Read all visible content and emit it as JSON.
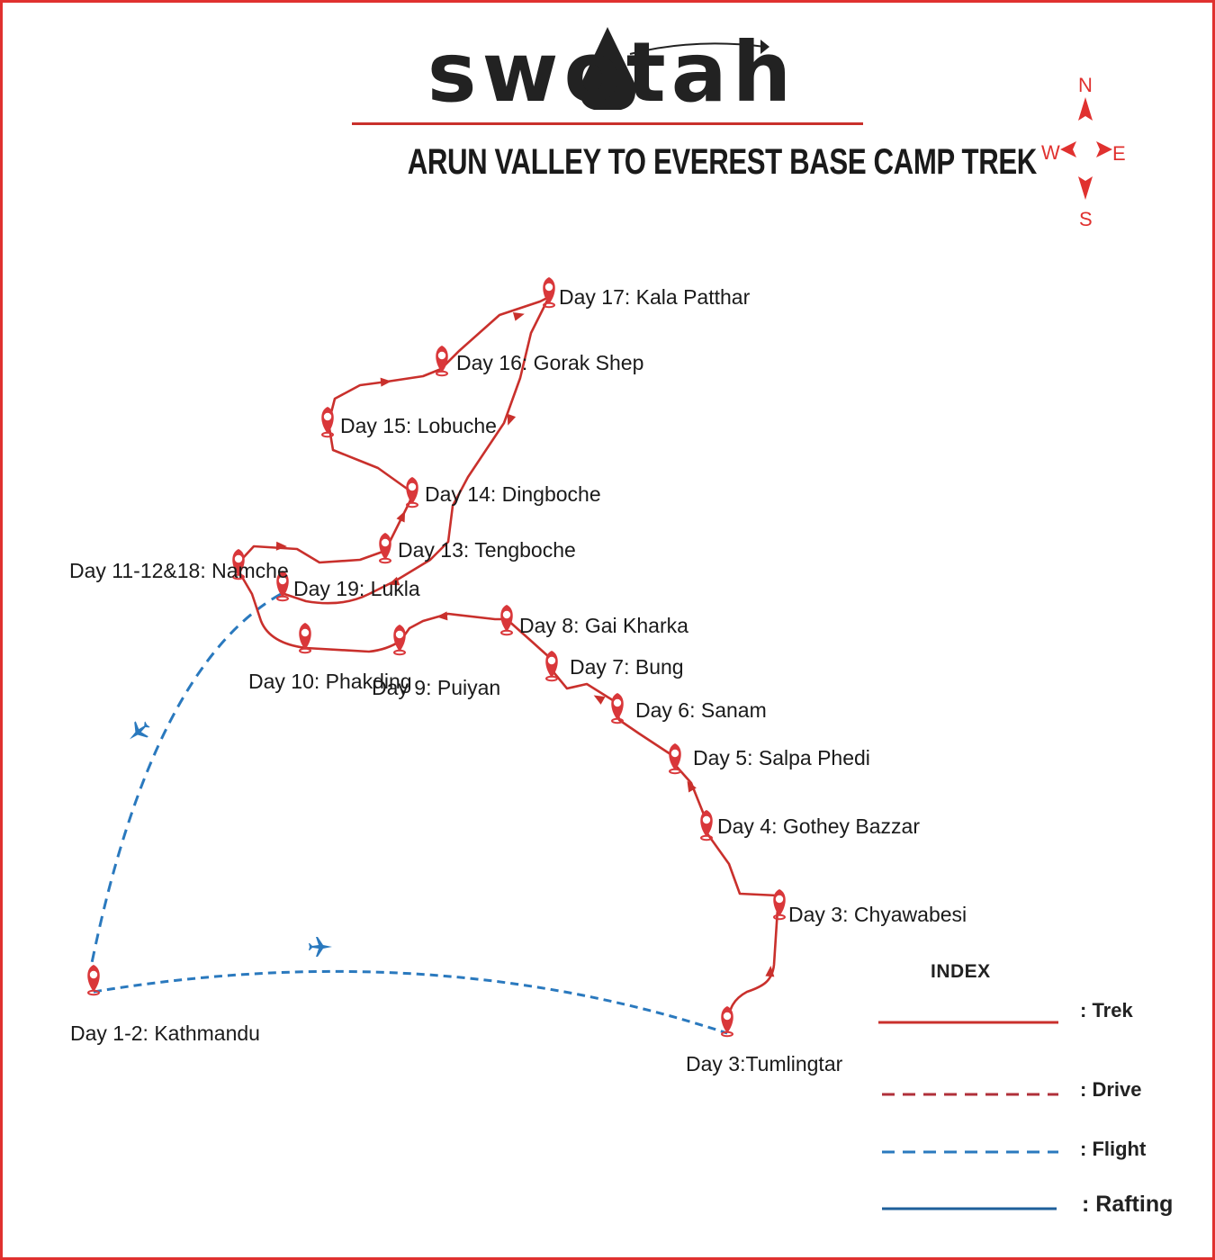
{
  "brand": {
    "logo_text": "swotah"
  },
  "title": "ARUN VALLEY TO EVEREST BASE CAMP TREK",
  "compass": {
    "north": "N",
    "south": "S",
    "east": "E",
    "west": "W"
  },
  "stops": [
    {
      "id": "kathmandu",
      "label": "Day 1-2: Kathmandu"
    },
    {
      "id": "tumlingtar",
      "label": "Day 3:Tumlingtar"
    },
    {
      "id": "chyawabesi",
      "label": "Day 3: Chyawabesi"
    },
    {
      "id": "gothey-bazzar",
      "label": "Day 4: Gothey Bazzar"
    },
    {
      "id": "salpa-phedi",
      "label": "Day 5: Salpa Phedi"
    },
    {
      "id": "sanam",
      "label": "Day 6:  Sanam"
    },
    {
      "id": "bung",
      "label": "Day 7:  Bung"
    },
    {
      "id": "gai-kharka",
      "label": "Day 8: Gai Kharka"
    },
    {
      "id": "puiyan",
      "label": "Day 9:  Puiyan"
    },
    {
      "id": "phakding",
      "label": "Day 10: Phakding"
    },
    {
      "id": "namche",
      "label": "Day 11-12&18: Namche"
    },
    {
      "id": "tengboche",
      "label": "Day 13: Tengboche"
    },
    {
      "id": "dingboche",
      "label": "Day 14:  Dingboche"
    },
    {
      "id": "lobuche",
      "label": "Day 15:  Lobuche"
    },
    {
      "id": "gorak-shep",
      "label": "Day 16:  Gorak Shep"
    },
    {
      "id": "kala-patthar",
      "label": "Day 17:  Kala Patthar"
    },
    {
      "id": "lukla",
      "label": "Day 19: Lukla"
    }
  ],
  "legend": {
    "title": "INDEX",
    "items": [
      {
        "id": "trek",
        "label": ": Trek",
        "color": "#c9302c",
        "style": "solid"
      },
      {
        "id": "drive",
        "label": ": Drive",
        "color": "#b0303a",
        "style": "dashed"
      },
      {
        "id": "flight",
        "label": ": Flight",
        "color": "#2a79be",
        "style": "dashed"
      },
      {
        "id": "rafting",
        "label": ": Rafting",
        "color": "#1e5f9a",
        "style": "solid"
      }
    ]
  },
  "colors": {
    "trek": "#c9302c",
    "flight": "#2a79be",
    "pin": "#d9373a",
    "border": "#e0312f"
  },
  "icons": {
    "pin": "map-pin-icon",
    "plane": "airplane-icon",
    "compass": "compass-icon"
  }
}
